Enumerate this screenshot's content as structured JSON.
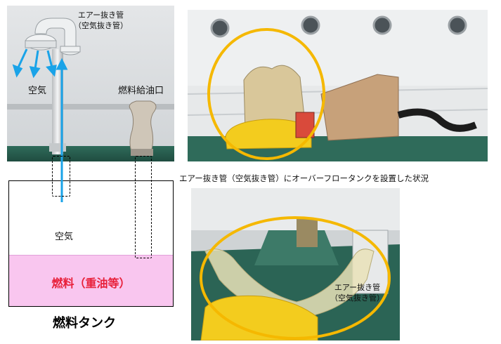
{
  "photo_left": {
    "vent_pipe_label": "エアー抜き管\n（空気抜き管）",
    "air_label": "空気",
    "fuel_inlet_label": "燃料給油口"
  },
  "tank": {
    "air_label": "空気",
    "fuel_label": "燃料（重油等）",
    "title": "燃料タンク"
  },
  "caption": "エアー抜き管（空気抜き管）にオーバーフロータンクを設置した状況",
  "photo_bottom": {
    "vent_pipe_label": "エアー抜き管\n（空気抜き管）"
  },
  "colors": {
    "air_arrow": "#1aa3e8",
    "fuel_fill": "#f9c6ef",
    "fuel_text": "#e8203a",
    "highlight_ring": "#f5b800"
  }
}
